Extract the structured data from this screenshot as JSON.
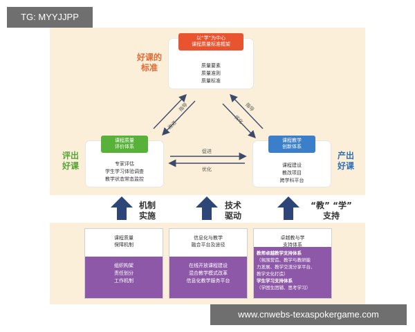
{
  "watermark_top": "TG: MYYJJPP",
  "watermark_bottom": "www.cnwebs-texaspokergame.com",
  "top_box": {
    "header": [
      "以“学”为中心",
      "课程质量标准框架"
    ],
    "items": [
      "质量要素",
      "质量准则",
      "质量标准"
    ],
    "color": "#e8542f"
  },
  "left_box": {
    "header": [
      "课程质量",
      "评价体系"
    ],
    "items": [
      "专家评估",
      "学生学习体验调查",
      "教学状态常态监控"
    ],
    "color": "#58b139"
  },
  "right_box": {
    "header": [
      "课程教学",
      "创新体系"
    ],
    "items": [
      "课程建设",
      "教改项目",
      "跨学科平台"
    ],
    "color": "#3b7fcb"
  },
  "labels": {
    "standard": [
      "好课的",
      "标准"
    ],
    "evaluate": [
      "评出",
      "好课"
    ],
    "produce": [
      "产出",
      "好课"
    ]
  },
  "arrow_labels": {
    "left_up": "指导",
    "left_down": "改进",
    "right_up": "指导",
    "right_down": "优化",
    "mid_right": "促进",
    "mid_left": "优化"
  },
  "bottom_labels": {
    "b1": [
      "机制",
      "实施"
    ],
    "b2": [
      "技术",
      "驱动"
    ],
    "b3": [
      "“教” “学”",
      "支持"
    ]
  },
  "bottom_boxes": [
    {
      "header": [
        "课程质量",
        "保障机制"
      ],
      "items": [
        "组织构架",
        "责任划分",
        "工作机制"
      ]
    },
    {
      "header": [
        "信息化与教学",
        "融合平台及途径"
      ],
      "items": [
        "在线开放课程建设",
        "混合教学模式改革",
        "信息化教学服务平台"
      ]
    },
    {
      "header": [
        "卓越教与学",
        "支持体系"
      ],
      "items": [
        "教师卓越教学支持体系",
        "（氛围营造、教学与教研能",
        "力发展、教学交流分享平台、",
        "教学文化打造）",
        "学生学习支持体系",
        "（学困生团辅、思考学习）"
      ]
    }
  ],
  "colors": {
    "panel": "#fbefd9",
    "arrow": "#3c4a6a",
    "up_arrow": "#2e4677",
    "purple": "#8e58a8"
  }
}
